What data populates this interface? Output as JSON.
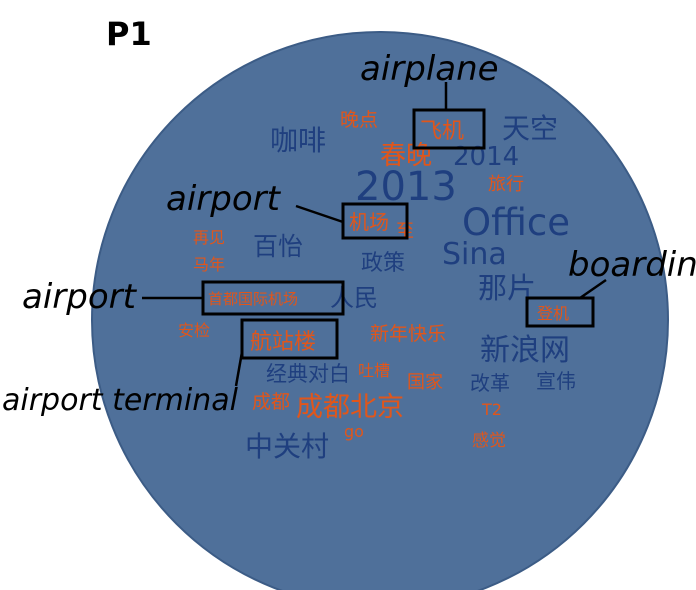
{
  "panel_label": "P1",
  "colors": {
    "circle_fill": "#4f709a",
    "circle_stroke": "#3c5c86",
    "blue_word": "#1f3f7f",
    "orange_word": "#e0561b",
    "callout": "#000000"
  },
  "words": {
    "w_2013": "2013",
    "w_office": "Office",
    "w_sina": "Sina",
    "w_2014": "2014",
    "w_kafei": "咖啡",
    "w_tiankong": "天空",
    "w_baiyi": "百怡",
    "w_zhengce": "政策",
    "w_naxiepian": "那片",
    "w_xinlangwang": "新浪网",
    "w_renmin": "人民",
    "w_jingdiandui": "经典对白",
    "w_gaige": "改革",
    "w_xuanwei": "宣伟",
    "w_zhongguancun": "中关村",
    "w_wandian": "晚点",
    "w_chunwan": "春晚",
    "w_lvxing": "旅行",
    "w_zaijian": "再见",
    "w_manian": "马年",
    "w_anjian": "安检",
    "w_xinnian": "新年快乐",
    "w_tuchu": "吐槽",
    "w_guojia": "国家",
    "w_chengdu": "成都",
    "w_chengdubeijing": "成都北京",
    "w_t2": "T2",
    "w_go": "go",
    "w_ganjue": "感觉",
    "w_zhi": "至"
  },
  "boxed": {
    "feiji": "飞机",
    "jichang": "机场",
    "shoudu": "首都国际机场",
    "hangzhanlou": "航站楼",
    "dengji": "登机"
  },
  "callouts": {
    "airplane": "airplane",
    "airport_top": "airport",
    "airport_left": "airport",
    "airport_terminal": "airport terminal",
    "boarding": "boarding"
  }
}
